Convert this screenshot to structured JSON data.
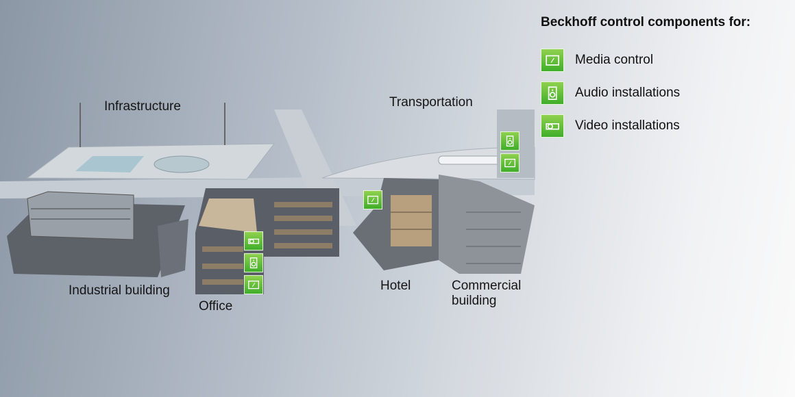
{
  "legend": {
    "title": "Beckhoff control components for:",
    "items": [
      {
        "icon": "media-control-icon",
        "label": "Media control"
      },
      {
        "icon": "speaker-icon",
        "label": "Audio installations"
      },
      {
        "icon": "projector-icon",
        "label": "Video installations"
      }
    ]
  },
  "areas": {
    "infrastructure": "Infrastructure",
    "transportation": "Transportation",
    "industrial": "Industrial building",
    "office": "Office",
    "hotel": "Hotel",
    "commercial_line1": "Commercial",
    "commercial_line2": "building"
  },
  "colors": {
    "accent_green": "#5cbf38"
  }
}
